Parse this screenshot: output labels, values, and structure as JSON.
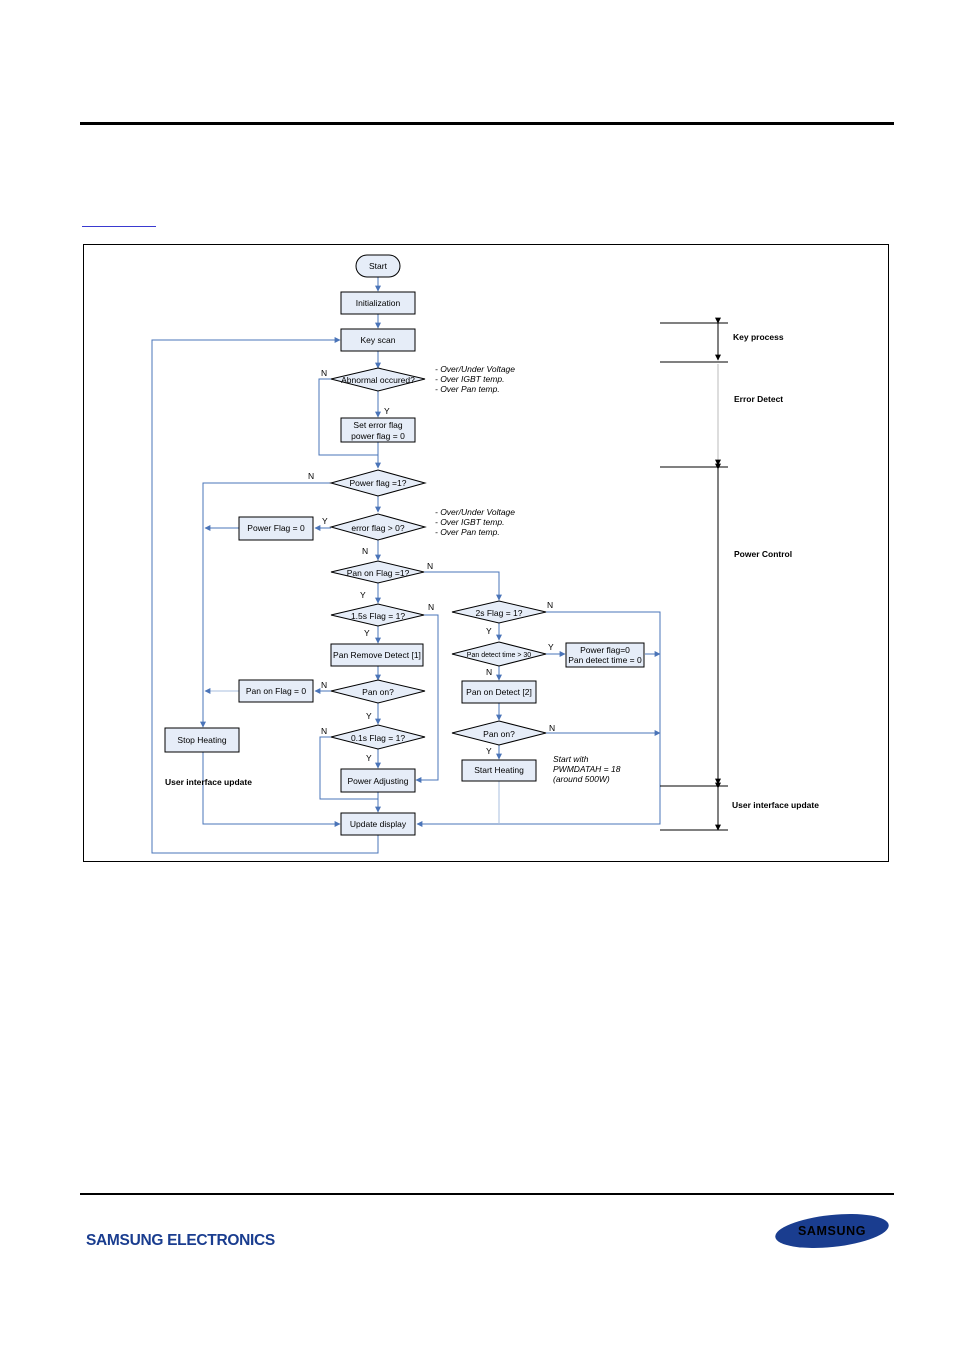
{
  "nodes": {
    "start": "Start",
    "init": "Initialization",
    "keyscan": "Key scan",
    "abnormal": "Abnormal occured?",
    "set_error_1": "Set error flag",
    "set_error_2": "power flag = 0",
    "power_flag_q": "Power flag =1?",
    "error_flag_q": "error flag > 0?",
    "power_flag_0": "Power Flag = 0",
    "pan_on_flag_q": "Pan on Flag =1?",
    "flag_15s_q": "1.5s Flag = 1?",
    "pan_remove": "Pan Remove Detect [1]",
    "pan_on_q1": "Pan on?",
    "pan_on_flag_0": "Pan on Flag = 0",
    "flag_01s_q": "0.1s Flag = 1?",
    "power_adjusting": "Power Adjusting",
    "stop_heating": "Stop Heating",
    "update_display": "Update display",
    "flag_2s_q": "2s Flag = 1?",
    "pan_detect_time_q": "Pan detect time > 30",
    "reset_1": "Power flag=0",
    "reset_2": "Pan detect time = 0",
    "pan_on_detect": "Pan on Detect [2]",
    "pan_on_q2": "Pan on?",
    "start_heating": "Start Heating"
  },
  "notes": {
    "errors_1": [
      "- Over/Under Voltage",
      "- Over IGBT temp.",
      "- Over Pan temp."
    ],
    "errors_2": [
      "- Over/Under Voltage",
      "- Over IGBT temp.",
      "- Over Pan temp."
    ],
    "start_with": [
      "Start with",
      "PWMDATAH = 18",
      "(around 500W)"
    ]
  },
  "labels": {
    "n": "N",
    "y": "Y",
    "ui_update_left": "User interface update"
  },
  "sections": [
    "Key process",
    "Error Detect",
    "Power Control",
    "User interface update"
  ],
  "footer": {
    "brand": "SAMSUNG ELECTRONICS",
    "logo_text": "SAMSUNG"
  },
  "colors": {
    "box_fill": "#e6edf8",
    "line": "#4a74b8",
    "brand": "#1a3d8f"
  }
}
